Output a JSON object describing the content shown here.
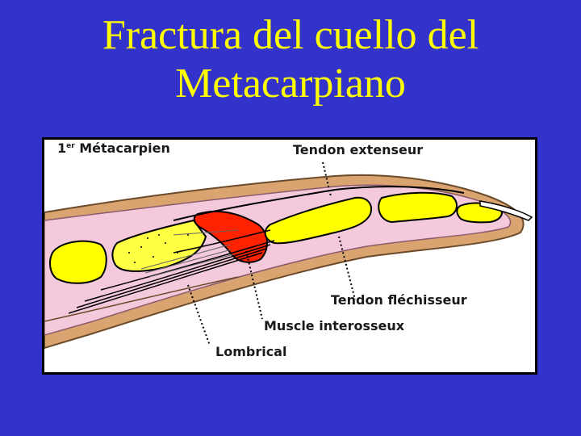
{
  "slide": {
    "title_line1": "Fractura del cuello del",
    "title_line2": "Metacarpiano"
  },
  "diagram": {
    "labels": {
      "metacarpal_prefix": "1",
      "metacarpal_sup": "er",
      "metacarpal_name": " Métacarpien",
      "extensor_tendon": "Tendon extenseur",
      "flexor_tendon": "Tendon fléchisseur",
      "interosseous_muscle": "Muscle interosseux",
      "lumbrical": "Lombrical"
    },
    "colors": {
      "background": "#3333cc",
      "title": "#ffff00",
      "bone": "#ffff00",
      "fracture": "#ff2200",
      "soft_tissue": "#f5c9dc",
      "skin": "#d9a470"
    }
  }
}
